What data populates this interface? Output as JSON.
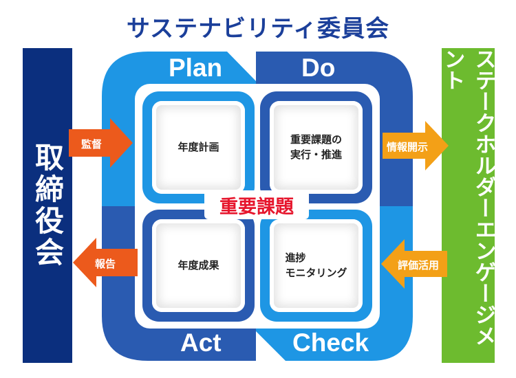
{
  "title": "サステナビリティ委員会",
  "left_entity": "取締役会",
  "right_entity": "ステークホルダーエンゲージメント",
  "phases": {
    "plan": "Plan",
    "do": "Do",
    "act": "Act",
    "check": "Check"
  },
  "boxes": {
    "plan": "年度計画",
    "do": "重要課題の\n実行・推進",
    "act": "年度成果",
    "check": "進捗\nモニタリング"
  },
  "center": "重要課題",
  "arrows": {
    "audit": "監督",
    "report": "報告",
    "disclosure": "情報開示",
    "evaluation": "評価活用"
  },
  "colors": {
    "title": "#1b3f9a",
    "left_bar": "#0b2f7e",
    "right_bar": "#6dbb2f",
    "light_blue": "#1e96e4",
    "dark_blue": "#2a5bb1",
    "orange_arrow": "#ec5a1c",
    "amber_arrow": "#f3a017",
    "center_text": "#e6162d"
  }
}
